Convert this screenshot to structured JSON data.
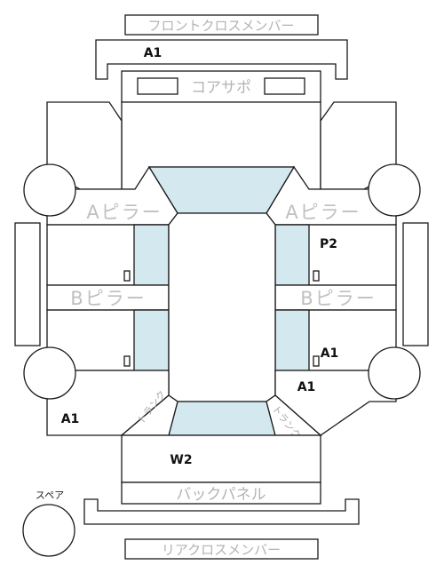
{
  "labels": {
    "front_cross_member": "フロントクロスメンバー",
    "core_support": "コアサポ",
    "a_pillar_left": "Aピラー",
    "a_pillar_right": "Aピラー",
    "b_pillar_left": "Bピラー",
    "b_pillar_right": "Bピラー",
    "back_panel": "バックパネル",
    "rear_cross_member": "リアクロスメンバー",
    "spare": "スペア",
    "trunk_left": "トランク",
    "trunk_right": "トランク"
  },
  "codes": {
    "front_cross": "A1",
    "right_front_door": "P2",
    "right_rear_door": "A1",
    "right_rear_quarter": "A1",
    "left_rear_quarter": "A1",
    "trunk": "W2"
  },
  "colors": {
    "glass": "#d3e8ef",
    "line": "#1a1a1a",
    "label_gray": "#c0c0c0"
  }
}
